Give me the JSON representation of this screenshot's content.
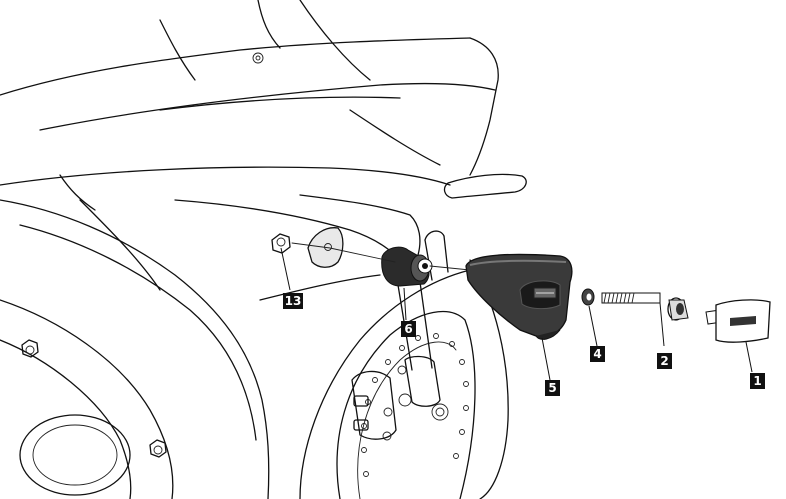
{
  "diagram": {
    "callouts": [
      {
        "id": "1",
        "label": "1"
      },
      {
        "id": "2",
        "label": "2"
      },
      {
        "id": "4",
        "label": "4"
      },
      {
        "id": "5",
        "label": "5"
      },
      {
        "id": "6",
        "label": "6"
      },
      {
        "id": "13",
        "label": "13"
      }
    ],
    "colors": {
      "line": "#111111",
      "label_background": "#111111",
      "label_text": "#ffffff",
      "slider_body": "#2b2b2b"
    }
  }
}
